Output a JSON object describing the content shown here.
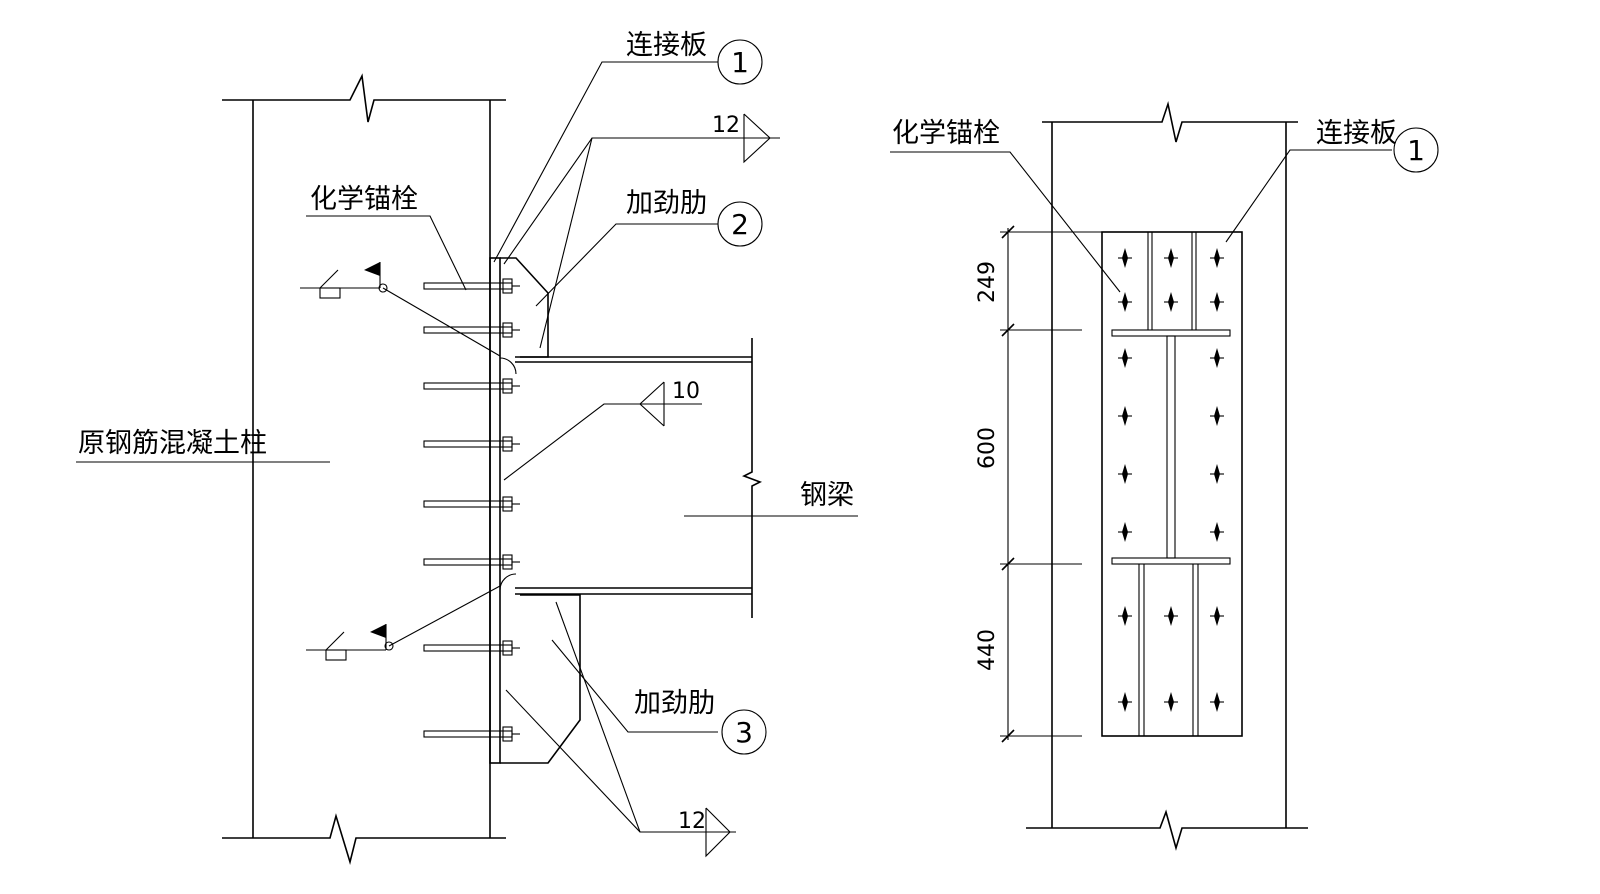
{
  "left_view": {
    "column_label": "原钢筋混凝土柱",
    "anchor_label": "化学锚栓",
    "plate_label": "连接板",
    "plate_callout": "1",
    "stiffener_upper_label": "加劲肋",
    "stiffener_upper_callout": "2",
    "stiffener_lower_label": "加劲肋",
    "stiffener_lower_callout": "3",
    "beam_label": "钢梁",
    "weld_top_size": "12",
    "weld_mid_size": "10",
    "weld_bottom_size": "12"
  },
  "right_view": {
    "anchor_label": "化学锚栓",
    "plate_label": "连接板",
    "plate_callout": "1",
    "dimensions": [
      "249",
      "600",
      "440"
    ]
  }
}
